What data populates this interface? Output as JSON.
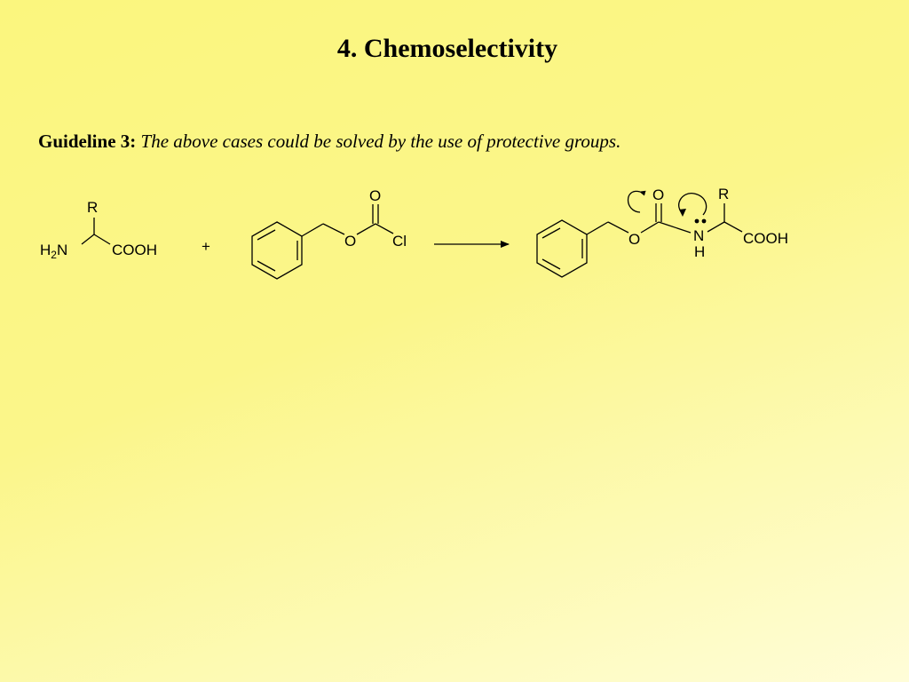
{
  "slide": {
    "title": "4. Chemoselectivity"
  },
  "guideline": {
    "label": "Guideline 3:",
    "text": "The above cases could be solved by the use of protective groups."
  },
  "scheme": {
    "reactant1": {
      "R": "R",
      "amine_h": "H",
      "amine_sub": "2",
      "amine_n": "N",
      "acid": "COOH"
    },
    "plus": "+",
    "reactant2": {
      "carbonyl_o": "O",
      "ester_o": "O",
      "chloride": "Cl"
    },
    "product": {
      "carbonyl_o": "O",
      "ester_o": "O",
      "nitrogen": "N",
      "nh": "H",
      "R": "R",
      "acid": "COOH"
    }
  }
}
